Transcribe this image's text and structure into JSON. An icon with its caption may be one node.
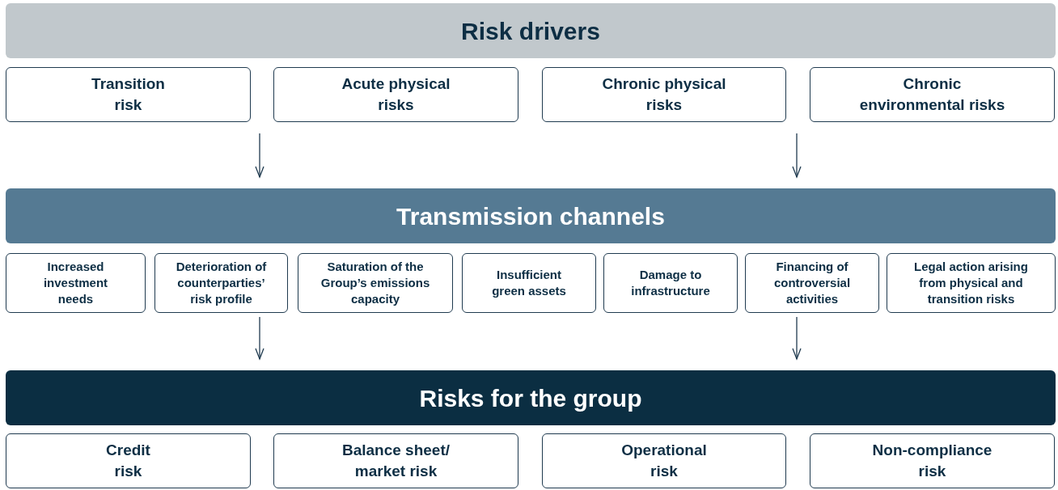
{
  "diagram": {
    "nodes": [
      {
        "text": [
          "Risk drivers"
        ]
      },
      {
        "text": [
          "Transition risk"
        ]
      },
      {
        "text": [
          "Acute physical risks"
        ]
      },
      {
        "text": [
          "Chronic physical risks"
        ]
      },
      {
        "text": [
          "Chronic environmental risks"
        ]
      },
      {
        "text": [
          "Transmission channels"
        ]
      },
      {
        "text": [
          "Increased investment needs"
        ]
      },
      {
        "text": [
          "Deterioration of counterparties’ risk profile"
        ]
      },
      {
        "text": [
          "Saturation of the Group’s emissions capacity"
        ]
      },
      {
        "text": [
          "Insufficient green assets"
        ]
      },
      {
        "text": [
          "Damage to infrastructure"
        ]
      },
      {
        "text": [
          "Financing of controversial activities"
        ]
      },
      {
        "text": [
          "Legal action arising from physical and transition risks"
        ]
      },
      {
        "text": [
          "Risks for the group"
        ]
      },
      {
        "text": [
          "Credit risk"
        ]
      },
      {
        "text": [
          "Balance sheet/ market risk"
        ]
      },
      {
        "text": [
          "Operational risk"
        ]
      },
      {
        "text": [
          "Non-compliance risk"
        ]
      }
    ],
    "edges": [
      {
        "from": null,
        "to": 5,
        "arrow": "to"
      },
      {
        "from": null,
        "to": 5,
        "arrow": "to"
      },
      {
        "from": 7,
        "to": 13,
        "arrow": "to"
      },
      {
        "from": 11,
        "to": 13,
        "arrow": "to"
      }
    ]
  }
}
